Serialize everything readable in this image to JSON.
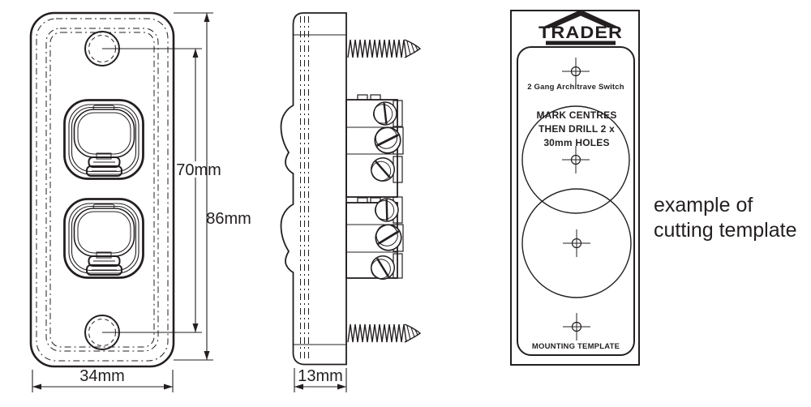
{
  "colors": {
    "ink": "#231f20",
    "background": "#ffffff"
  },
  "front_view": {
    "dims": {
      "holes_spacing": "70mm",
      "plate_height": "86mm",
      "plate_width": "34mm"
    }
  },
  "side_view": {
    "dims": {
      "plate_depth": "13mm"
    }
  },
  "template": {
    "brand": "TRADER",
    "product": "2 Gang Architrave Switch",
    "instructions": [
      "MARK CENTRES",
      "THEN DRILL 2 x",
      "30mm HOLES"
    ],
    "footer": "MOUNTING TEMPLATE"
  },
  "caption": {
    "line1": "example of",
    "line2": "cutting template"
  }
}
